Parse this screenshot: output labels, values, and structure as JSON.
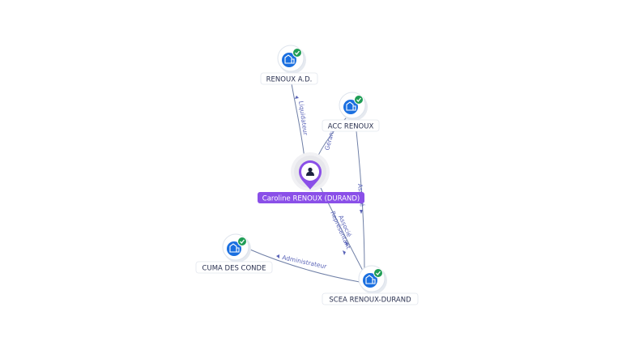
{
  "person": {
    "id": "person",
    "label": "Caroline RENOUX (DURAND)",
    "accent": "#8a4fe8",
    "icon": "person-icon"
  },
  "companies": [
    {
      "id": "renoux-ad",
      "label": "RENOUX A.D.",
      "icon": "building-icon",
      "verified": true
    },
    {
      "id": "acc-renoux",
      "label": "ACC RENOUX",
      "icon": "building-icon",
      "verified": true
    },
    {
      "id": "cuma-des-conde",
      "label": "CUMA DES CONDE",
      "icon": "building-icon",
      "verified": true
    },
    {
      "id": "scea-renoux-durand",
      "label": "SCEA RENOUX-DURAND",
      "icon": "building-icon",
      "verified": true
    }
  ],
  "edges": [
    {
      "from": "person",
      "to": "renoux-ad",
      "labels": [
        "Liquidateur"
      ]
    },
    {
      "from": "person",
      "to": "acc-renoux",
      "labels": [
        "Gérant"
      ]
    },
    {
      "from": "person",
      "to": "scea-renoux-durand",
      "labels": [
        "Associé",
        "Représentant"
      ]
    },
    {
      "from": "acc-renoux",
      "to": "scea-renoux-durand",
      "labels": [
        "Associé"
      ]
    },
    {
      "from": "scea-renoux-durand",
      "to": "cuma-des-conde",
      "labels": [
        "Administrateur"
      ]
    }
  ],
  "colors": {
    "company_icon": "#1a6fe0",
    "verified_badge": "#1f9d55",
    "edge": "#6f7fa6",
    "edge_label": "#5a64b8"
  }
}
